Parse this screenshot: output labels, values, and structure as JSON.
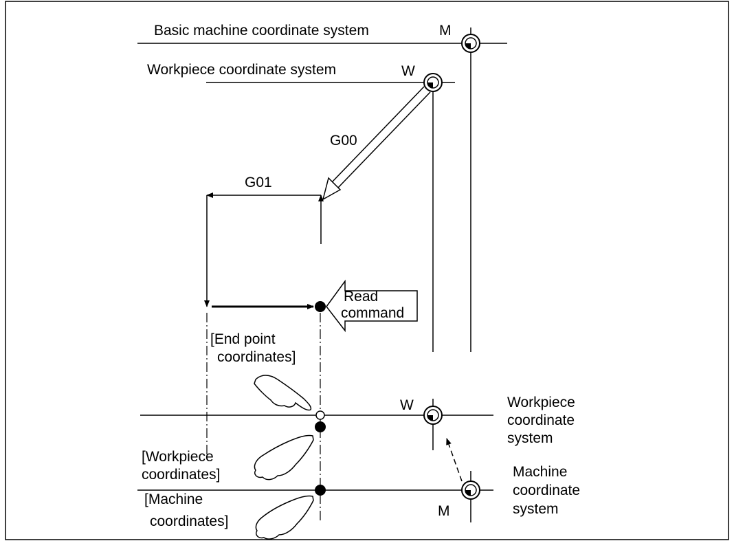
{
  "labels": {
    "basic_machine_cs": "Basic machine coordinate system",
    "basic_machine_M": "M",
    "workpiece_cs_top": "Workpiece coordinate system",
    "workpiece_W_top": "W",
    "g00": "G00",
    "g01": "G01",
    "read_command_line1": "Read",
    "read_command_line2": "command",
    "end_point_line1": "[End point",
    "end_point_line2": "coordinates]",
    "workpiece_W_bottom": "W",
    "workpiece_cs_right_line1": "Workpiece",
    "workpiece_cs_right_line2": "coordinate",
    "workpiece_cs_right_line3": "system",
    "workpiece_coords_line1": "[Workpiece",
    "workpiece_coords_line2": "coordinates]",
    "machine_cs_right_line1": "Machine",
    "machine_cs_right_line2": "coordinate",
    "machine_cs_right_line3": "system",
    "machine_coords_line1": "[Machine",
    "machine_coords_line2": "coordinates]",
    "machine_M_bottom": "M"
  }
}
